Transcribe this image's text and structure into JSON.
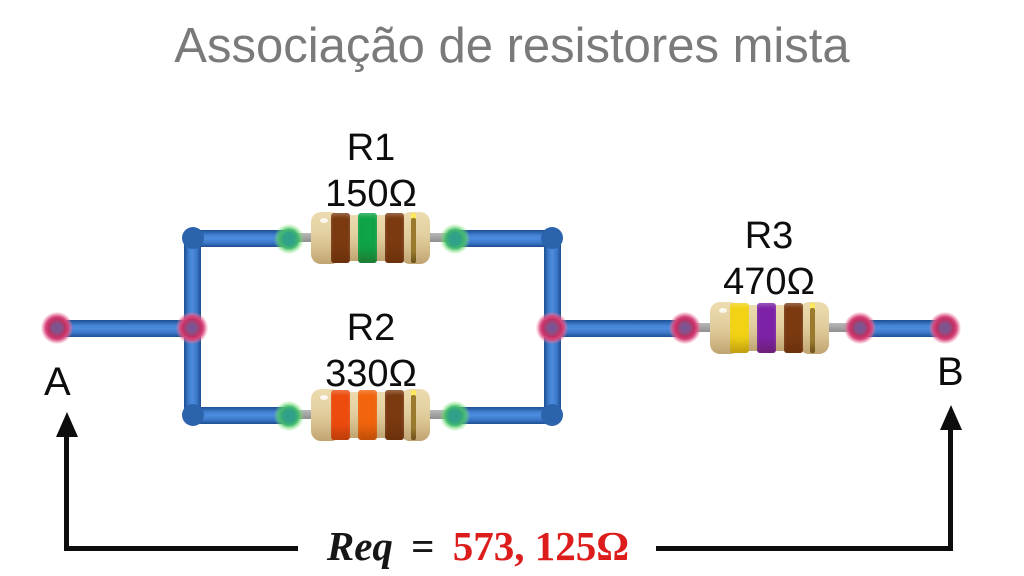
{
  "title": "Associação de resistores mista",
  "terminals": {
    "a": "A",
    "b": "B"
  },
  "resistors": [
    {
      "label": "R1",
      "value": "150Ω",
      "bands": {
        "b1": "#7b3a10",
        "b2": "#0fa447",
        "b3": "#7b3a10",
        "b4": "#a08030"
      }
    },
    {
      "label": "R2",
      "value": "330Ω",
      "bands": {
        "b1": "#ee4c0e",
        "b2": "#f2650c",
        "b3": "#7b3a10",
        "b4": "#a08030"
      }
    },
    {
      "label": "R3",
      "value": "470Ω",
      "bands": {
        "b1": "#f3d414",
        "b2": "#7d22a8",
        "b3": "#7b3a10",
        "b4": "#a08030"
      }
    }
  ],
  "equation": {
    "lhs": "Req",
    "sign": "=",
    "value": "573, 125Ω",
    "value_color": "#dd1c1c"
  },
  "palette": {
    "wire_blue": "#4c8bdd",
    "wire_edge": "#1d4e91",
    "lead_gray": "#9a9a9a",
    "node_pink": "#d4447c",
    "node_green": "#45b96e",
    "title_gray": "#7a7a7a",
    "resistor_body": "#e3d0a0"
  }
}
